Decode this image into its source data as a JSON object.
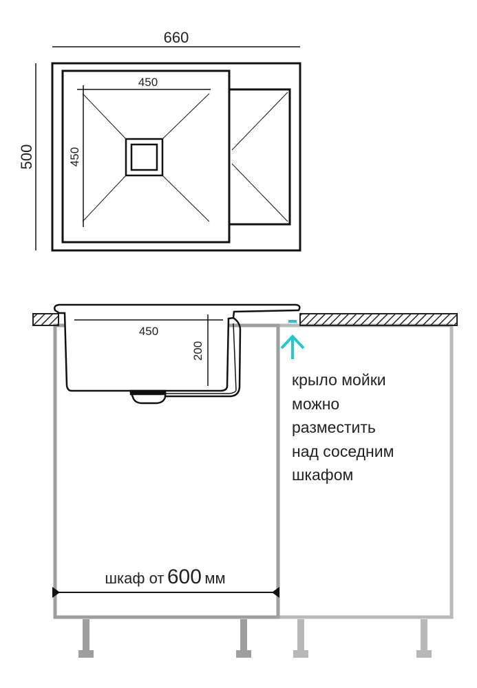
{
  "top_view": {
    "overall_width": "660",
    "overall_depth": "500",
    "bowl_width": "450",
    "bowl_depth": "450"
  },
  "side_view": {
    "bowl_width": "450",
    "bowl_depth": "200",
    "note_lines": [
      "крыло мойки",
      "можно",
      "разместить",
      "над соседним",
      "шкафом"
    ],
    "cabinet_label": "шкаф от",
    "cabinet_value": "600",
    "cabinet_unit": "мм"
  },
  "colors": {
    "line": "#111111",
    "accent": "#1ec8cc",
    "cabinet_left": "#9e9e9e",
    "cabinet_right": "#b8b8b8"
  }
}
